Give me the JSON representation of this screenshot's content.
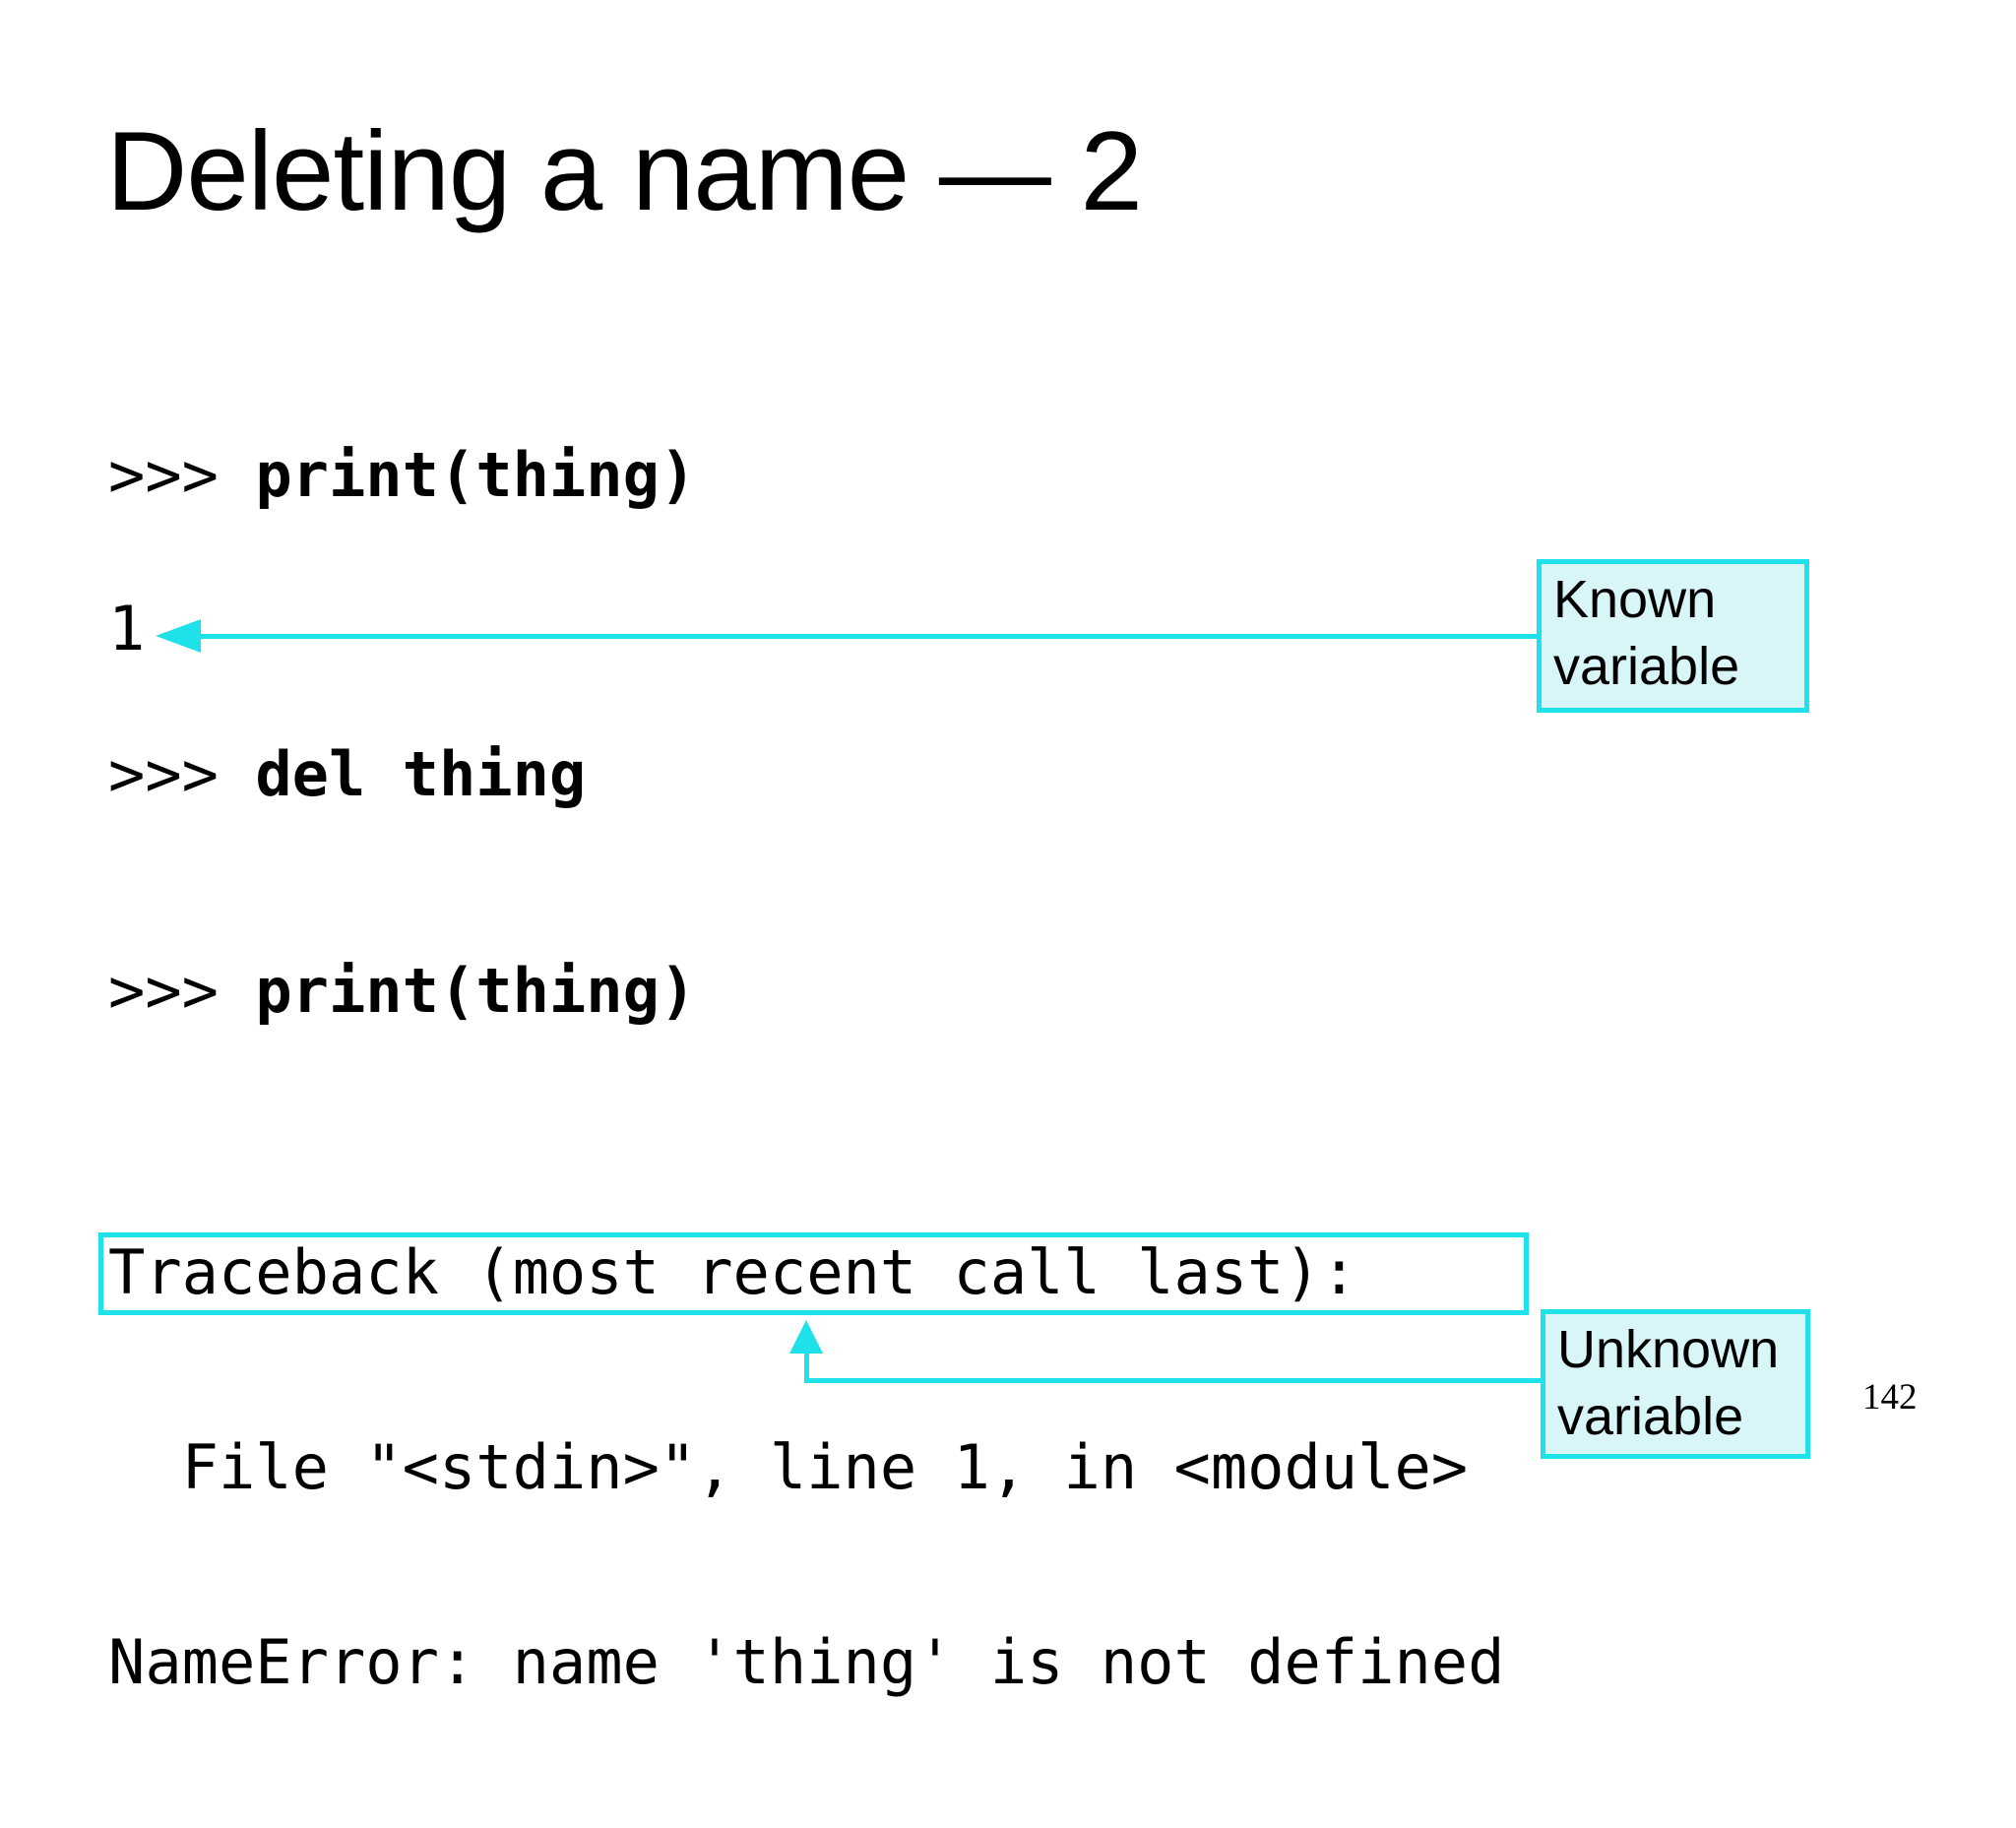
{
  "slide": {
    "title": "Deleting a name — 2",
    "page_number": "142",
    "accent_color": "#1ee1e9",
    "callout_fill_color": "#d8f5f8",
    "background_color": "#ffffff"
  },
  "code": {
    "prompt": ">>> ",
    "print_command_1": "print(thing)",
    "output_value": "1",
    "del_command": "del thing",
    "print_command_2": "print(thing)",
    "traceback": [
      "Traceback (most recent call last):",
      "  File \"<stdin>\", line 1, in <module>",
      "NameError: name 'thing' is not defined"
    ]
  },
  "annotations": {
    "known": {
      "line1": "Known",
      "line2": "variable"
    },
    "unknown": {
      "line1": "Unknown",
      "line2": "variable"
    }
  }
}
